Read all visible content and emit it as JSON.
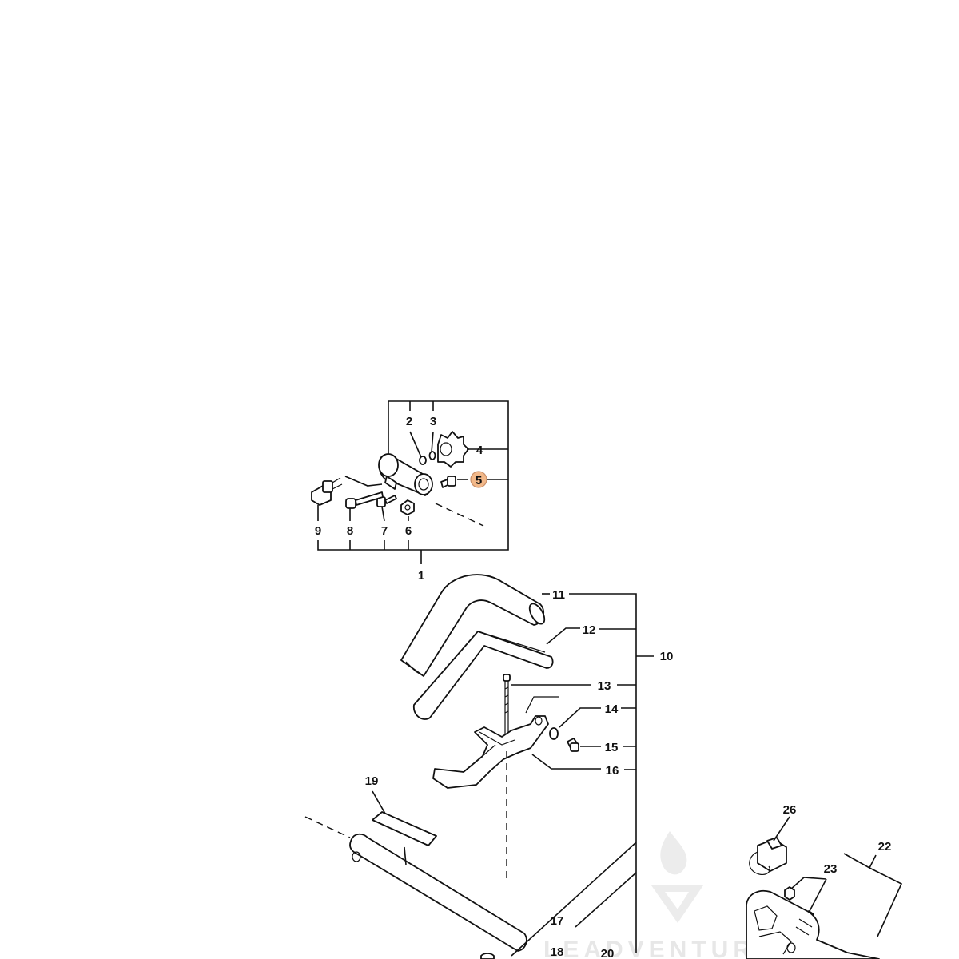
{
  "diagram": {
    "highlighted_part": "5",
    "highlight_color": "#f2b889",
    "line_color": "#111111",
    "callouts": {
      "p1": "1",
      "p2": "2",
      "p3": "3",
      "p4": "4",
      "p5": "5",
      "p6": "6",
      "p7": "7",
      "p8": "8",
      "p9": "9",
      "p10": "10",
      "p11": "11",
      "p12": "12",
      "p13": "13",
      "p14": "14",
      "p15": "15",
      "p16": "16",
      "p17": "17",
      "p18": "18",
      "p19": "19",
      "p20": "20",
      "p22": "22",
      "p23": "23",
      "p26": "26"
    }
  },
  "watermark": {
    "text": "LEADVENTURE"
  }
}
